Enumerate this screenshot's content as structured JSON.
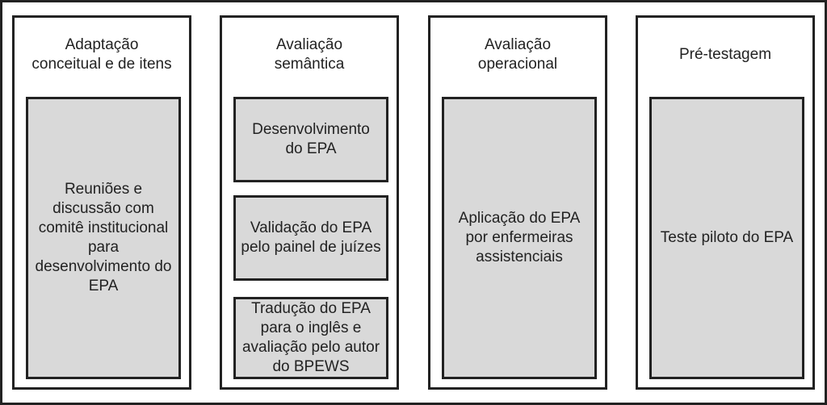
{
  "stages": [
    {
      "title": "Adaptação\nconceitual e de itens",
      "boxes": [
        "Reuniões e discussão com comitê institucional para desenvolvimento do EPA"
      ]
    },
    {
      "title": "Avaliação\nsemântica",
      "boxes": [
        "Desenvolvimento do EPA",
        "Validação do EPA pelo painel de juízes",
        "Tradução do EPA para o inglês e avaliação pelo autor do BPEWS"
      ]
    },
    {
      "title": "Avaliação\noperacional",
      "boxes": [
        "Aplicação do EPA por enfermeiras assistenciais"
      ]
    },
    {
      "title": "Pré-testagem",
      "boxes": [
        "Teste piloto do EPA"
      ]
    }
  ],
  "colors": {
    "box_fill": "#d9d9d9",
    "border": "#222222"
  }
}
